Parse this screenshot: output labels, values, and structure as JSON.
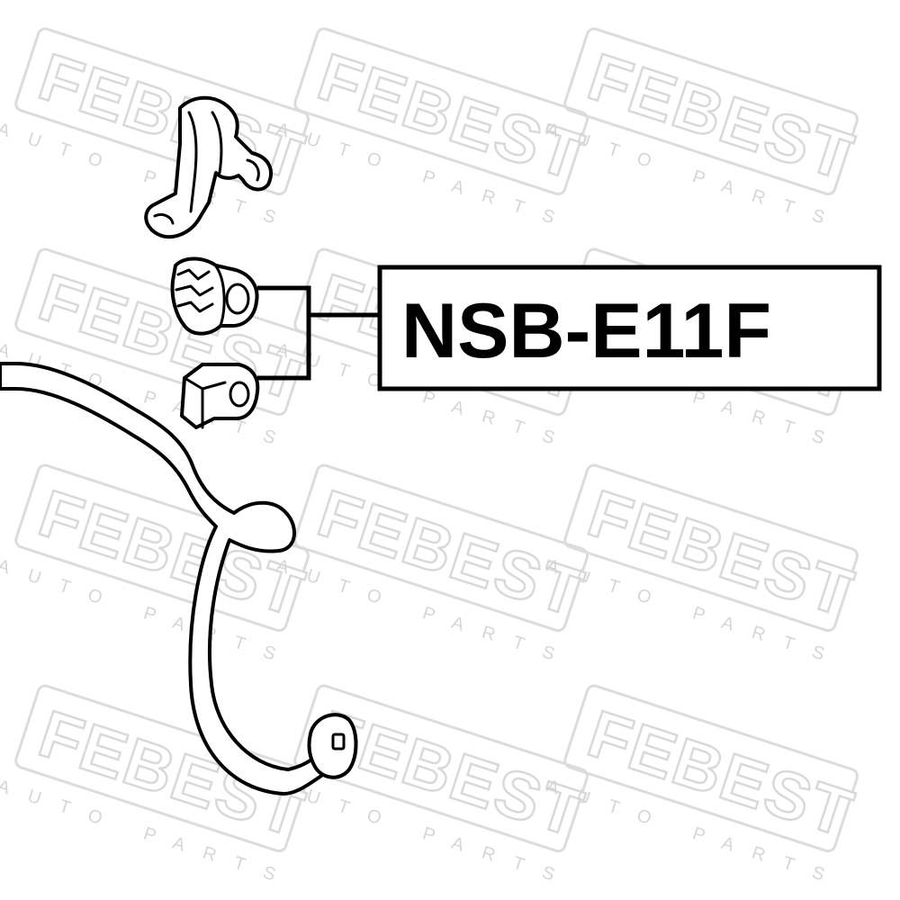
{
  "watermark": {
    "brand": "FEBEST",
    "tagline": "AUTO PARTS",
    "color": "#d9d9d9"
  },
  "part_label": {
    "text": "NSB-E11F"
  },
  "parts": [
    {
      "name": "bushing-bracket"
    },
    {
      "name": "stabilizer-bushing"
    },
    {
      "name": "stabilizer-bushing-lower"
    },
    {
      "name": "stabilizer-bar"
    }
  ]
}
